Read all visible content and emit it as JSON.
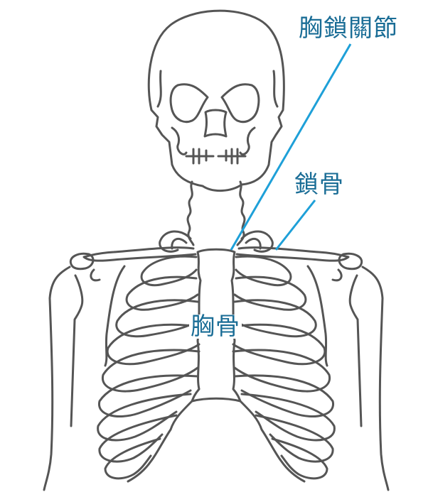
{
  "diagram": {
    "subject": "skeleton-upper-body-front-view",
    "labels": [
      {
        "id": "sternoclavicular-joint",
        "text": "胸鎖關節"
      },
      {
        "id": "clavicle",
        "text": "鎖骨"
      },
      {
        "id": "sternum",
        "text": "胸骨"
      }
    ],
    "colors": {
      "label_text": "#1a6d96",
      "leader_line": "#1ea0d8",
      "bone_outline": "#555555",
      "background": "#ffffff"
    }
  }
}
